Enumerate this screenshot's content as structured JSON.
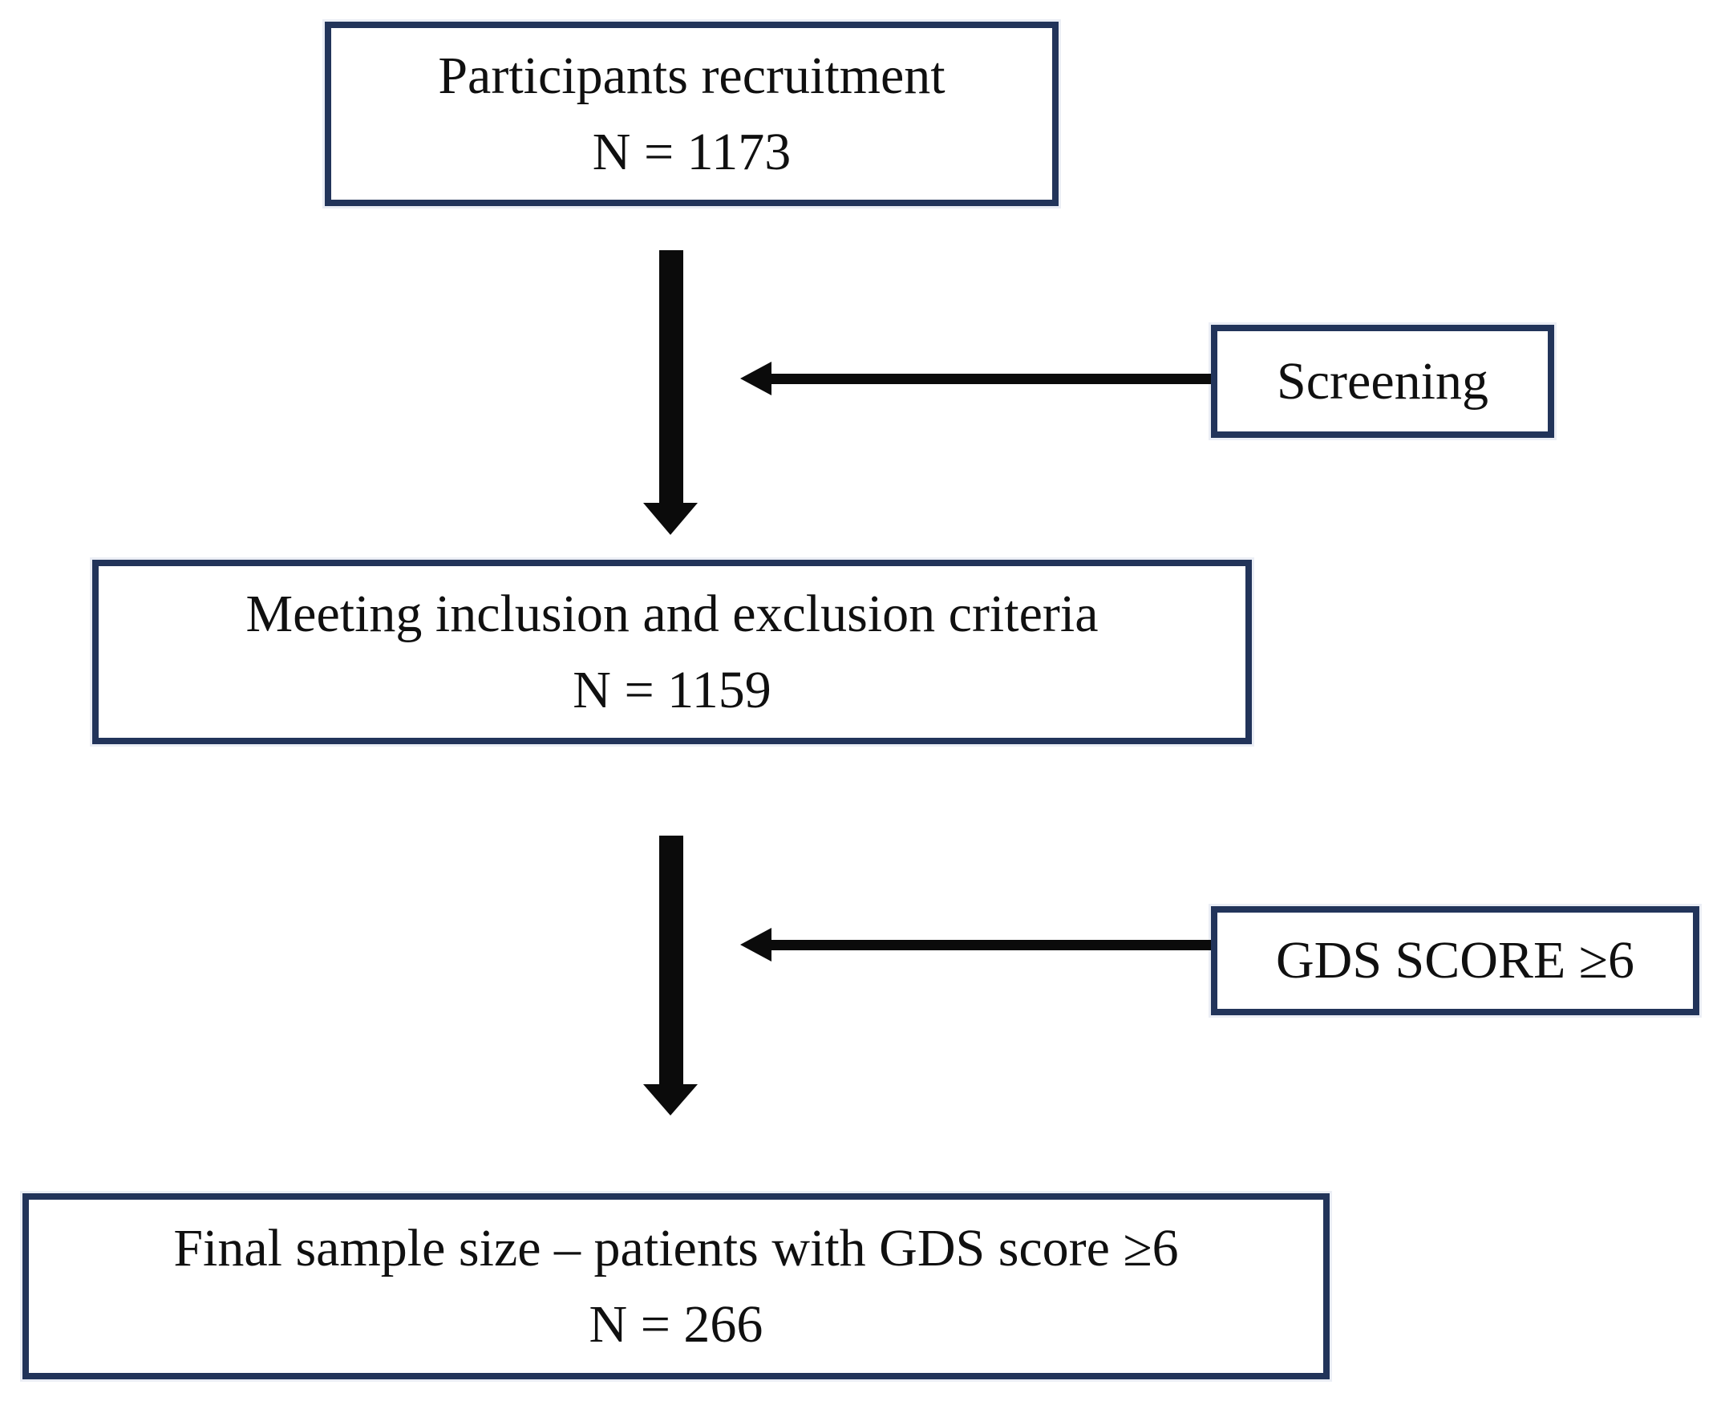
{
  "figure": {
    "type": "flowchart",
    "colors": {
      "background": "#ffffff",
      "box_border": "#22345a",
      "box_fill": "#ffffff",
      "arrow": "#0b0b0b",
      "text": "#101010"
    }
  },
  "boxes": {
    "recruitment": {
      "line1": "Participants recruitment",
      "line2": "N = 1173"
    },
    "screening": {
      "label": "Screening"
    },
    "criteria": {
      "line1": "Meeting inclusion and exclusion criteria",
      "line2": "N = 1159"
    },
    "gds_score": {
      "label": "GDS SCORE ≥6"
    },
    "final_sample": {
      "line1": "Final sample size – patients with GDS score ≥6",
      "line2": "N = 266"
    }
  },
  "flow": {
    "edges": [
      {
        "from": "recruitment",
        "to": "criteria",
        "annotation": "Screening"
      },
      {
        "from": "criteria",
        "to": "final_sample",
        "annotation": "GDS SCORE ≥6"
      }
    ]
  }
}
